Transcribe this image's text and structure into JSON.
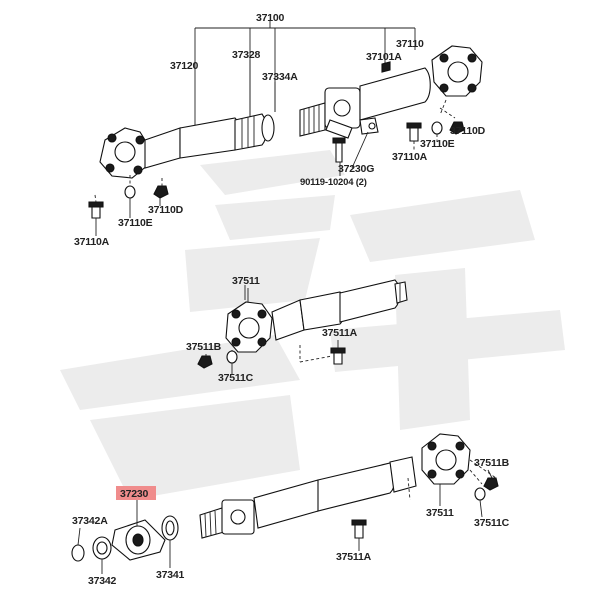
{
  "diagram": {
    "highlight_color": "#f08c8c",
    "watermark_color": "#ececec",
    "labels": {
      "p37100": "37100",
      "p37110": "37110",
      "p37120": "37120",
      "p37328": "37328",
      "p37101A": "37101A",
      "p37334A": "37334A",
      "p37110D_top": "37110D",
      "p37110E_top": "37110E",
      "p37110A_top": "37110A",
      "p37230G": "37230G",
      "p90119": "90119-10204 (2)",
      "p37110D_left": "37110D",
      "p37110E_left": "37110E",
      "p37110A_left": "37110A",
      "p37511_mid": "37511",
      "p37511A_mid": "37511A",
      "p37511B_mid": "37511B",
      "p37511C_mid": "37511C",
      "p37230": "37230",
      "p37342A": "37342A",
      "p37342": "37342",
      "p37341": "37341",
      "p37511A_bot": "37511A",
      "p37511_bot": "37511",
      "p37511B_bot": "37511B",
      "p37511C_bot": "37511C"
    }
  }
}
